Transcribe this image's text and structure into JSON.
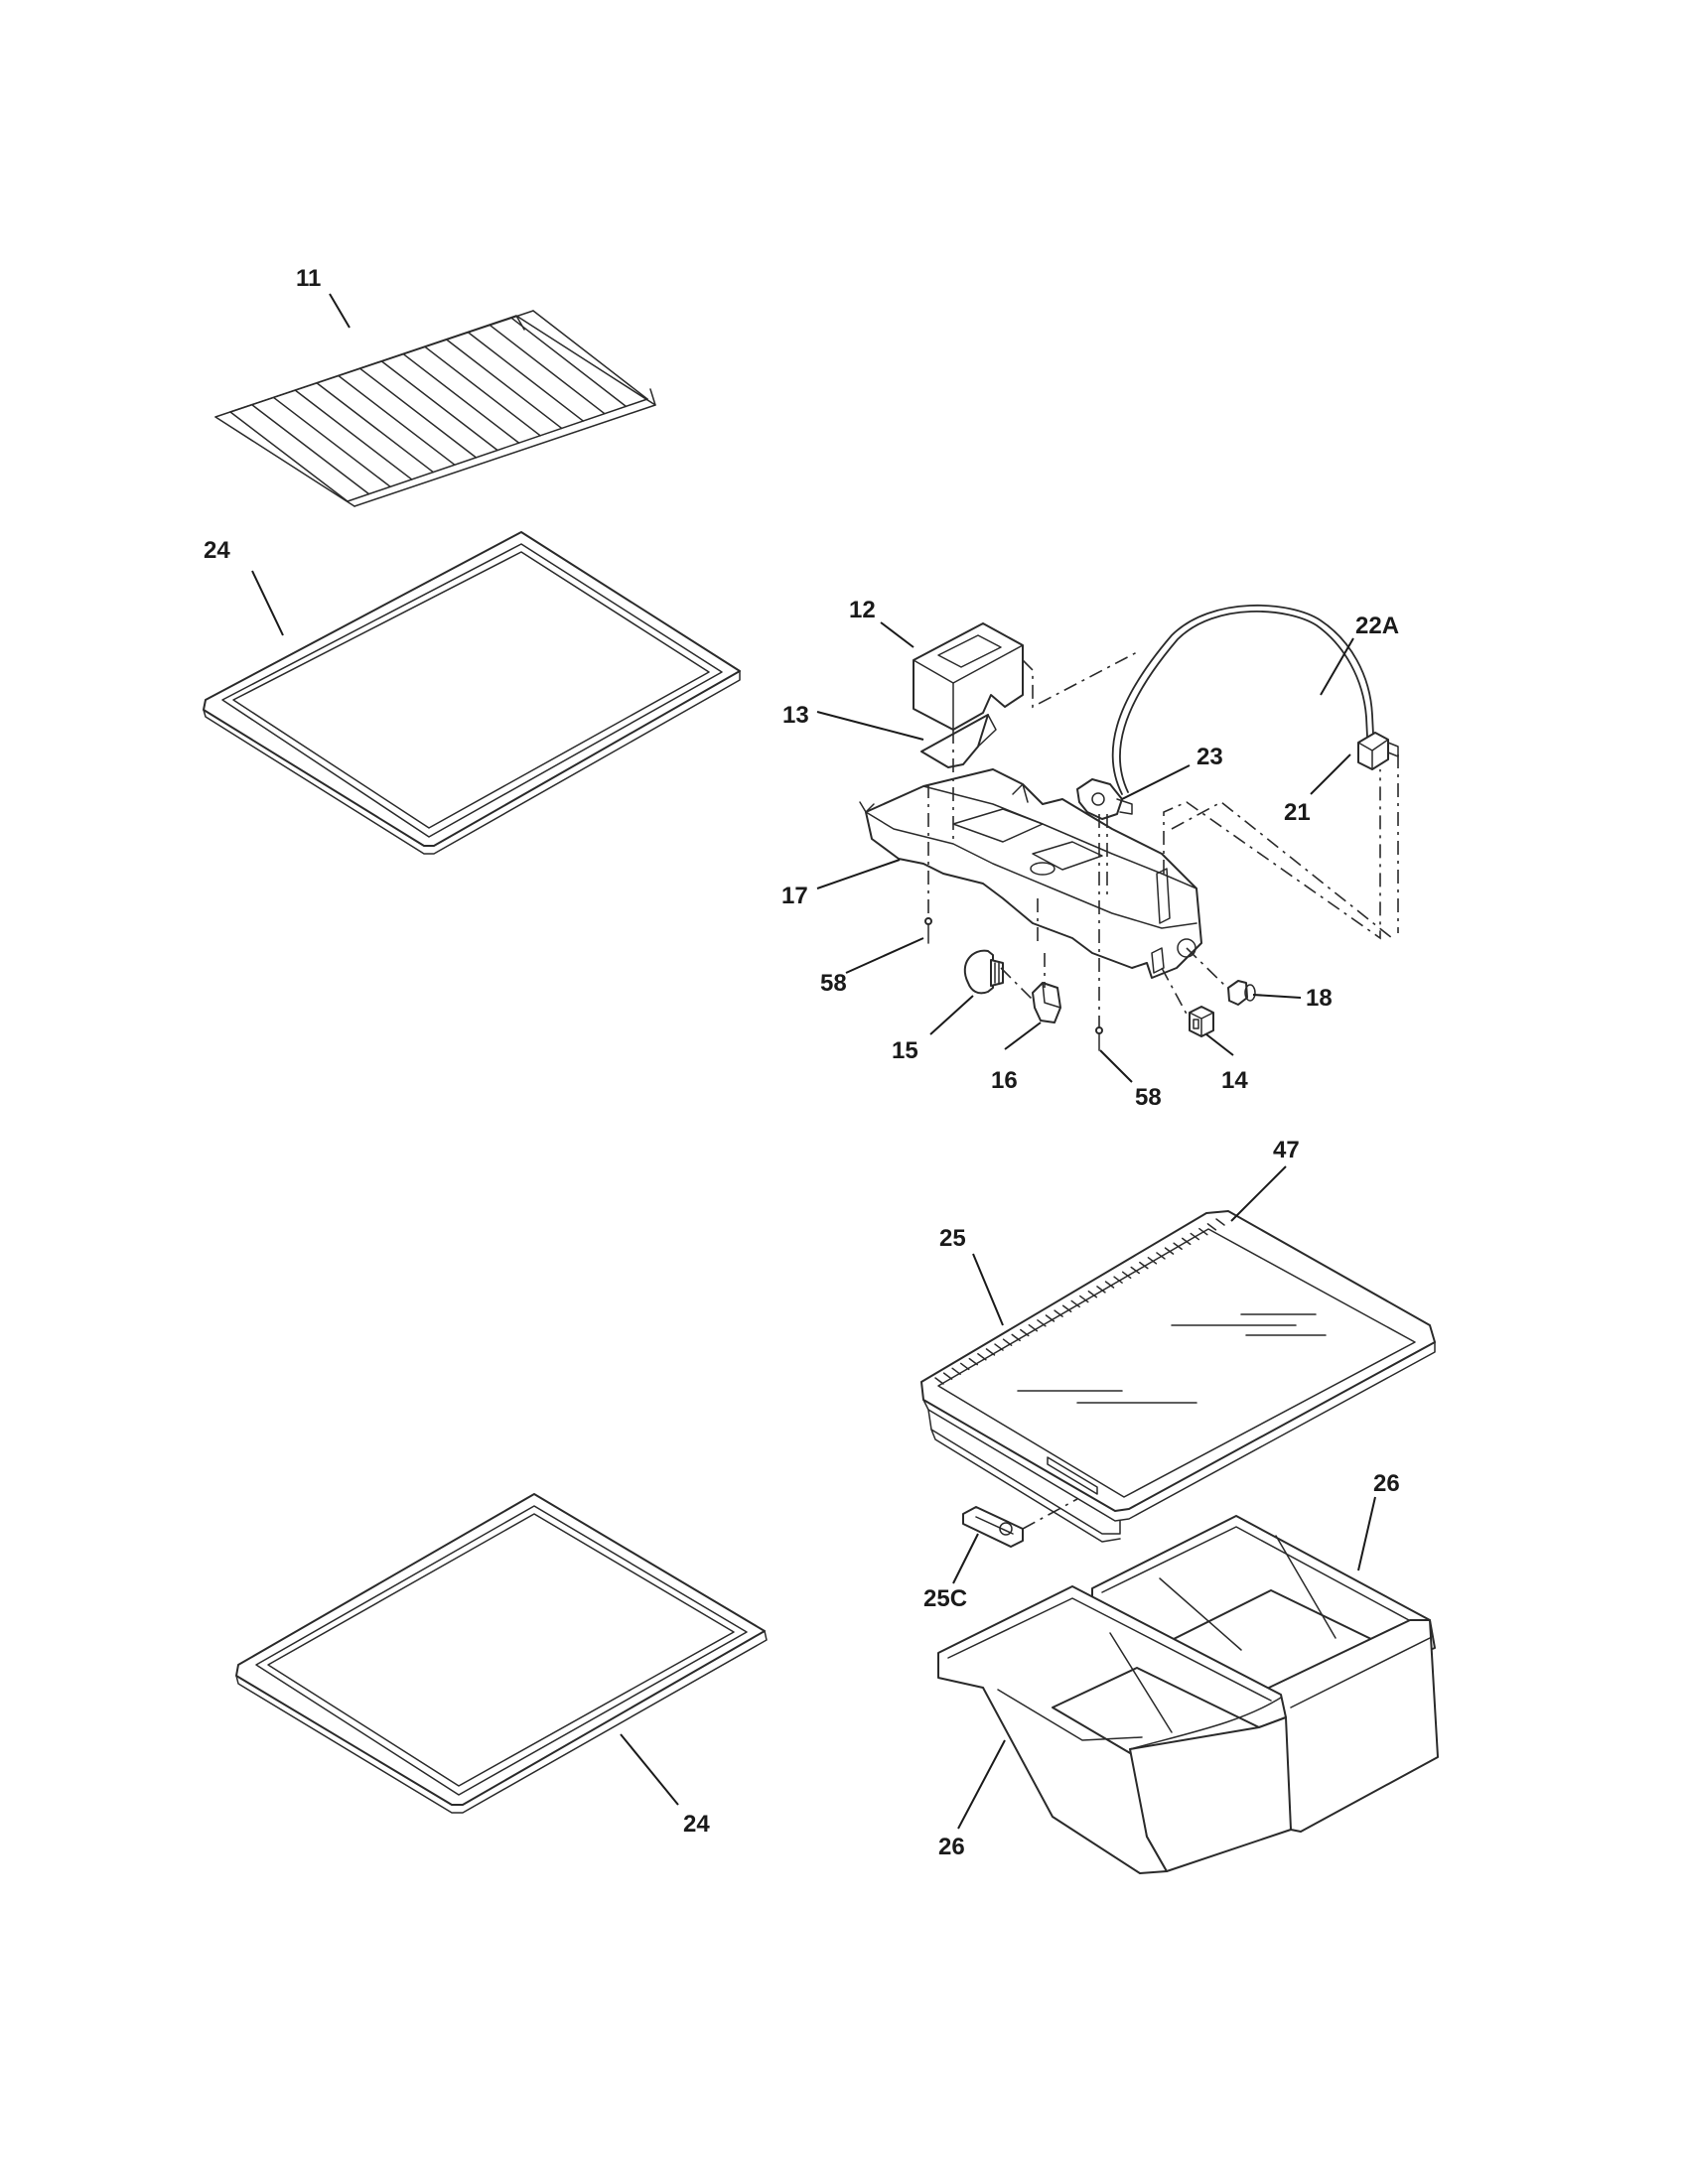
{
  "callouts": {
    "c11": "11",
    "c24_top": "24",
    "c12": "12",
    "c22A": "22A",
    "c13": "13",
    "c23": "23",
    "c21": "21",
    "c17": "17",
    "c58_left": "58",
    "c18": "18",
    "c15": "15",
    "c16": "16",
    "c14": "14",
    "c58_right": "58",
    "c47": "47",
    "c25": "25",
    "c26_right": "26",
    "c25C": "25C",
    "c24_bottom": "24",
    "c26_left": "26"
  }
}
